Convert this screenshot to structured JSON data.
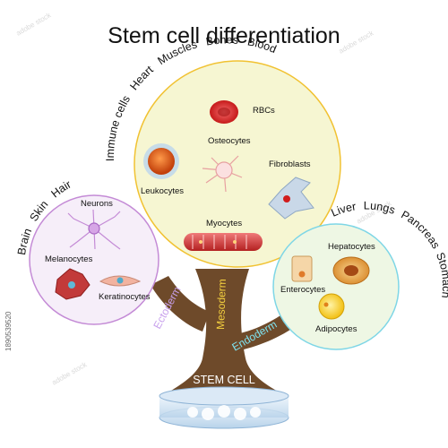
{
  "title": "Stem cell differentiation",
  "root_label": "STEM CELL",
  "branches": {
    "ectoderm": "Ectoderm",
    "mesoderm": "Mesoderm",
    "endoderm": "Endoderm"
  },
  "mesoderm_organs": [
    "Immune cells",
    "Heart",
    "Muscles",
    "Bones",
    "Blood"
  ],
  "ectoderm_organs": [
    "Brain",
    "Skin",
    "Hair"
  ],
  "endoderm_organs": [
    "Liver",
    "Lungs",
    "Pancreas",
    "Stomach"
  ],
  "mesoderm_cells": {
    "rbcs": "RBCs",
    "osteocytes": "Osteocytes",
    "leukocytes": "Leukocytes",
    "fibroblasts": "Fibroblasts",
    "myocytes": "Myocytes"
  },
  "ectoderm_cells": {
    "neurons": "Neurons",
    "melanocytes": "Melanocytes",
    "keratinocytes": "Keratinocytes"
  },
  "endoderm_cells": {
    "hepatocytes": "Hepatocytes",
    "enterocytes": "Enterocytes",
    "adipocytes": "Adipocytes"
  },
  "image_id": "1890539520",
  "colors": {
    "trunk": "#6e4a2a",
    "mesoderm_circle": "#f6f6d2",
    "mesoderm_stroke": "#f1c232",
    "ectoderm_circle": "#f6eef9",
    "ectoderm_stroke": "#c48bd6",
    "endoderm_circle": "#eef7e4",
    "endoderm_stroke": "#7ed6e6",
    "ectoderm_text": "#c8a0ec",
    "mesoderm_text": "#f4d03f",
    "endoderm_text": "#7fe3f0"
  }
}
